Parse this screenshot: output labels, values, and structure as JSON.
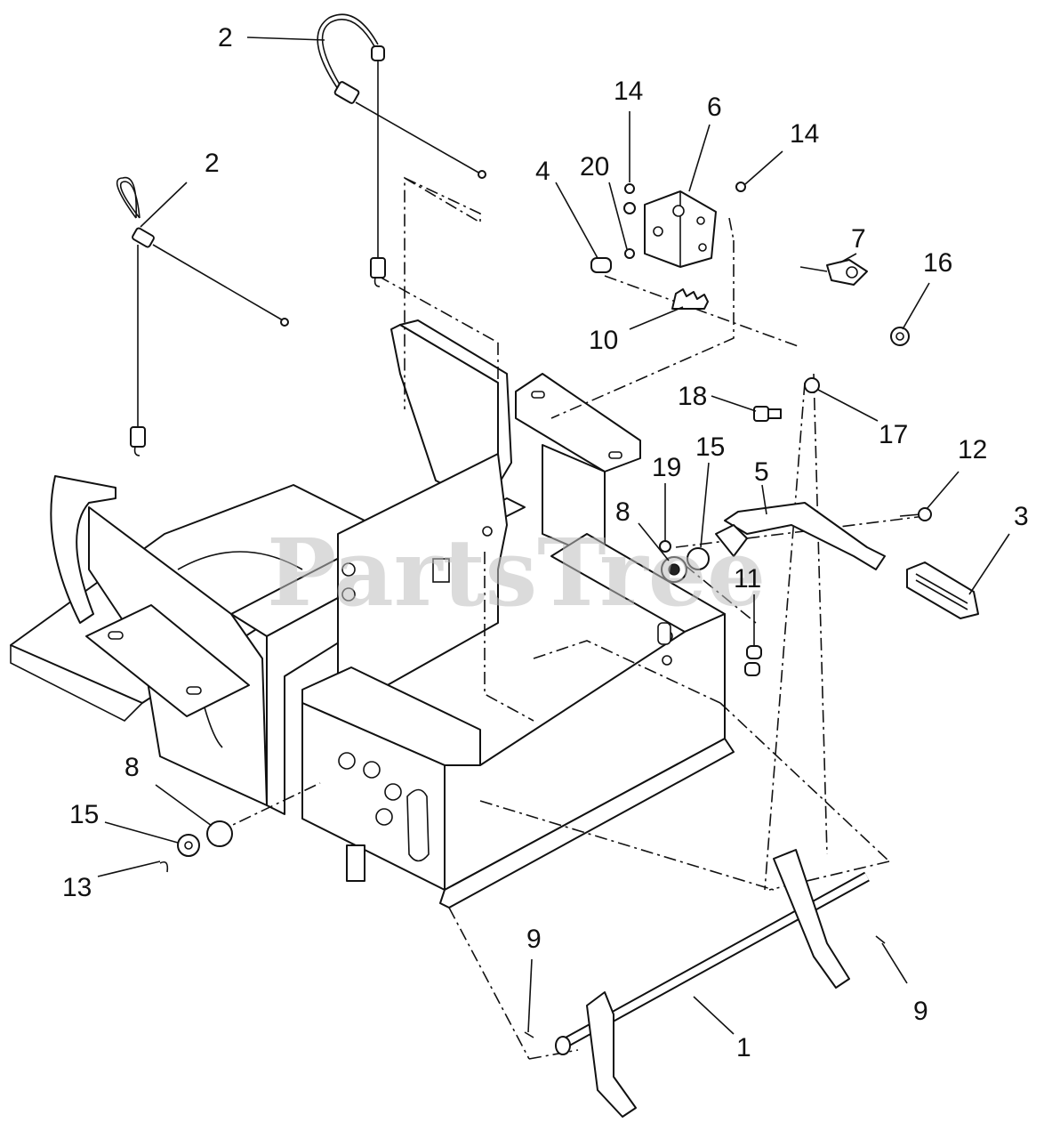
{
  "watermark": "PartsTree",
  "callouts": [
    {
      "id": "c2a",
      "label": "2"
    },
    {
      "id": "c2b",
      "label": "2"
    },
    {
      "id": "c14a",
      "label": "14"
    },
    {
      "id": "c6",
      "label": "6"
    },
    {
      "id": "c14b",
      "label": "14"
    },
    {
      "id": "c4",
      "label": "4"
    },
    {
      "id": "c20",
      "label": "20"
    },
    {
      "id": "c7",
      "label": "7"
    },
    {
      "id": "c16",
      "label": "16"
    },
    {
      "id": "c10",
      "label": "10"
    },
    {
      "id": "c18",
      "label": "18"
    },
    {
      "id": "c17",
      "label": "17"
    },
    {
      "id": "c12",
      "label": "12"
    },
    {
      "id": "c5",
      "label": "5"
    },
    {
      "id": "c19",
      "label": "19"
    },
    {
      "id": "c15a",
      "label": "15"
    },
    {
      "id": "c8a",
      "label": "8"
    },
    {
      "id": "c3",
      "label": "3"
    },
    {
      "id": "c11",
      "label": "11"
    },
    {
      "id": "c8b",
      "label": "8"
    },
    {
      "id": "c15b",
      "label": "15"
    },
    {
      "id": "c13",
      "label": "13"
    },
    {
      "id": "c9a",
      "label": "9"
    },
    {
      "id": "c9b",
      "label": "9"
    },
    {
      "id": "c1",
      "label": "1"
    }
  ]
}
